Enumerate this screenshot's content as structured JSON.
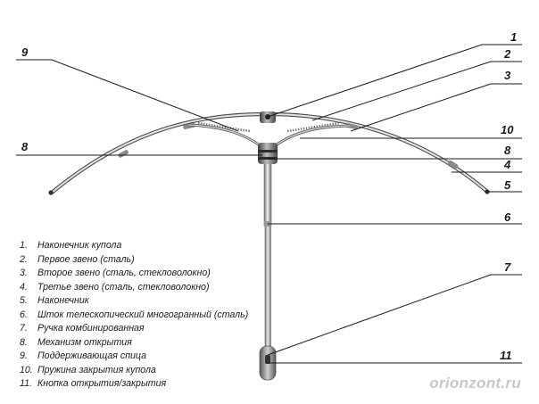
{
  "callouts": [
    "1",
    "2",
    "3",
    "10",
    "8",
    "4",
    "5",
    "6",
    "7",
    "11",
    "9",
    "8"
  ],
  "legend": [
    {
      "n": "1.",
      "t": "Наконечник купола"
    },
    {
      "n": "2.",
      "t": "Первое звено (сталь)"
    },
    {
      "n": "3.",
      "t": "Второе звено (сталь, стекловолокно)"
    },
    {
      "n": "4.",
      "t": "Третье звено (сталь, стекловолокно)"
    },
    {
      "n": "5.",
      "t": "Наконечник"
    },
    {
      "n": "6.",
      "t": "Шток телескопический многогранный (сталь)"
    },
    {
      "n": "7.",
      "t": "Ручка комбинированная"
    },
    {
      "n": "8.",
      "t": "Механизм открытия"
    },
    {
      "n": "9.",
      "t": "Поддерживающая спица"
    },
    {
      "n": "10.",
      "t": "Пружина закрытия купола"
    },
    {
      "n": "11.",
      "t": "Кнопка открытия/закрытия"
    }
  ],
  "watermark": "orionzont.ru",
  "colors": {
    "ink": "#1a1a1a",
    "metal_light": "#e6e6e6",
    "metal_mid": "#a8a8a8",
    "metal_dark": "#555555",
    "watermark": "#c8c8c8"
  }
}
